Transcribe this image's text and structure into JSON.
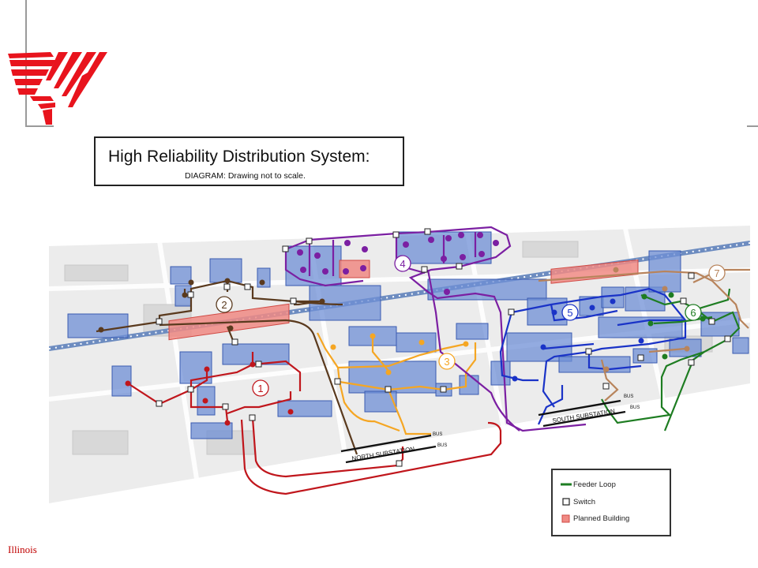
{
  "title": "High Reliability Distribution System:",
  "subtitle": "DIAGRAM: Drawing not to scale.",
  "substations": {
    "north": "NORTH SUBSTATION",
    "south": "SOUTH SUBSTATION",
    "bus_label": "BUS"
  },
  "loops": [
    {
      "number": "1",
      "color": "#c0161c"
    },
    {
      "number": "2",
      "color": "#5a3a1e"
    },
    {
      "number": "3",
      "color": "#f5a623"
    },
    {
      "number": "4",
      "color": "#7b1fa2"
    },
    {
      "number": "5",
      "color": "#1a33c7"
    },
    {
      "number": "6",
      "color": "#1e7d22"
    },
    {
      "number": "7",
      "color": "#b8845c"
    }
  ],
  "legend": {
    "feeder_loop": "Feeder Loop",
    "switch": "Switch",
    "planned_building": "Planned Building"
  },
  "footer": "Illinois",
  "colors": {
    "logo_red": "#e8141d",
    "building_blue": "#6f8fd6",
    "planned_red": "#f08a84",
    "rail": "#6d8cc0"
  }
}
